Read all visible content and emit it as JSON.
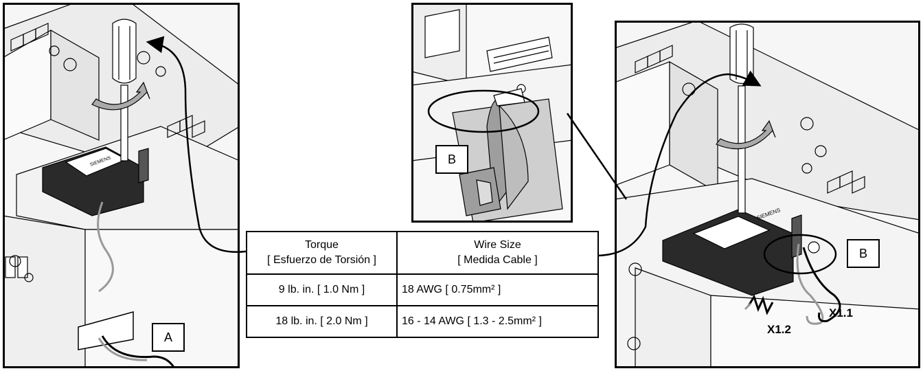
{
  "callouts": {
    "left": "A",
    "middle": "B",
    "right": "B"
  },
  "wires": {
    "x11": "X1.1",
    "x12": "X1.2"
  },
  "brand": "SIEMENS",
  "table": {
    "header_torque": "Torque",
    "header_torque_es": "[ Esfuerzo de Torsión ]",
    "header_wire": "Wire Size",
    "header_wire_es": "[ Medida Cable ]",
    "rows": [
      {
        "torque": "9 lb. in. [ 1.0 Nm ]",
        "wire": "18 AWG [ 0.75mm² ]"
      },
      {
        "torque": "18 lb. in. [ 2.0 Nm ]",
        "wire": "16 - 14 AWG [ 1.3 - 2.5mm² ]"
      }
    ]
  }
}
